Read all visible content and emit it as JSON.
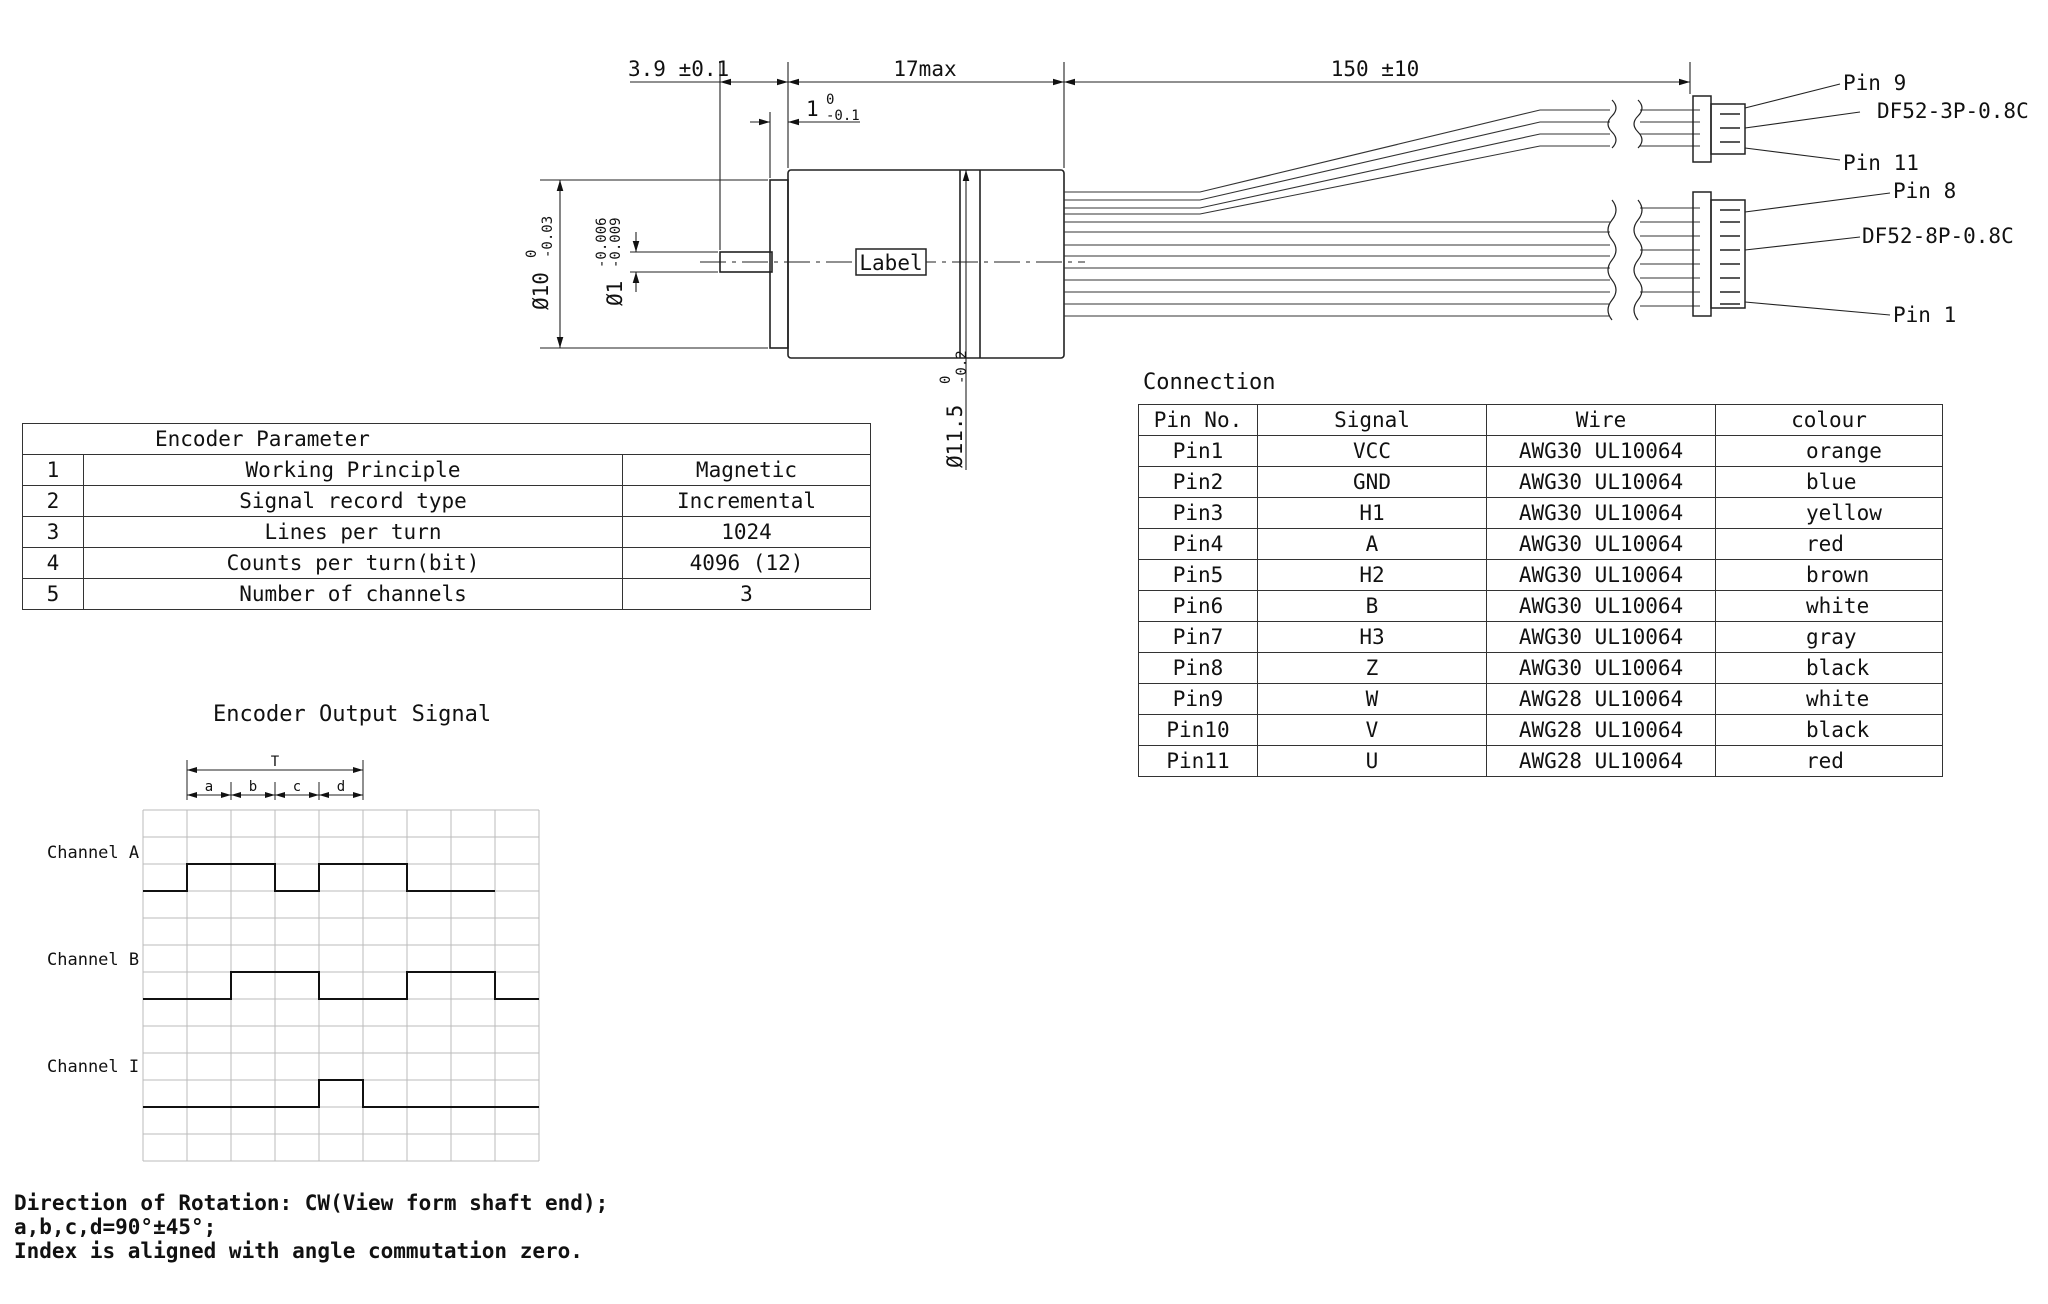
{
  "dimensions": {
    "shaft_offset": "3.9 ±0.1",
    "body_length": "17max",
    "cable_length": "150 ±10",
    "flange": "1",
    "flange_tol_upper": "0",
    "flange_tol_lower": "-0.1",
    "body_diameter": "Ø10",
    "body_tol_upper": "0",
    "body_tol_lower": "-0.03",
    "shaft_diameter": "Ø1",
    "shaft_tol_upper": "-0.006",
    "shaft_tol_lower": "-0.009",
    "outer_diameter": "Ø11.5",
    "outer_tol_upper": "0",
    "outer_tol_lower": "-0.2",
    "label": "Label"
  },
  "connectors": {
    "pin9": "Pin 9",
    "conn3": "DF52-3P-0.8C",
    "pin11": "Pin 11",
    "pin8": "Pin 8",
    "conn8": "DF52-8P-0.8C",
    "pin1": "Pin 1"
  },
  "encoder_parameter": {
    "title": "Encoder Parameter",
    "rows": [
      {
        "no": "1",
        "name": "Working Principle",
        "value": "Magnetic"
      },
      {
        "no": "2",
        "name": "Signal record type",
        "value": "Incremental"
      },
      {
        "no": "3",
        "name": "Lines per turn",
        "value": "1024"
      },
      {
        "no": "4",
        "name": "Counts per turn(bit)",
        "value": "4096 (12)"
      },
      {
        "no": "5",
        "name": "Number of channels",
        "value": "3"
      }
    ]
  },
  "connection": {
    "title": "Connection",
    "headers": [
      "Pin No.",
      "Signal",
      "Wire",
      "colour"
    ],
    "rows": [
      {
        "pin": "Pin1",
        "signal": "VCC",
        "wire": "AWG30 UL10064",
        "colour": "orange"
      },
      {
        "pin": "Pin2",
        "signal": "GND",
        "wire": "AWG30 UL10064",
        "colour": "blue"
      },
      {
        "pin": "Pin3",
        "signal": "H1",
        "wire": "AWG30 UL10064",
        "colour": "yellow"
      },
      {
        "pin": "Pin4",
        "signal": "A",
        "wire": "AWG30 UL10064",
        "colour": "red"
      },
      {
        "pin": "Pin5",
        "signal": "H2",
        "wire": "AWG30 UL10064",
        "colour": "brown"
      },
      {
        "pin": "Pin6",
        "signal": "B",
        "wire": "AWG30 UL10064",
        "colour": "white"
      },
      {
        "pin": "Pin7",
        "signal": "H3",
        "wire": "AWG30 UL10064",
        "colour": "gray"
      },
      {
        "pin": "Pin8",
        "signal": "Z",
        "wire": "AWG30 UL10064",
        "colour": "black"
      },
      {
        "pin": "Pin9",
        "signal": "W",
        "wire": "AWG28 UL10064",
        "colour": "white"
      },
      {
        "pin": "Pin10",
        "signal": "V",
        "wire": "AWG28 UL10064",
        "colour": "black"
      },
      {
        "pin": "Pin11",
        "signal": "U",
        "wire": "AWG28 UL10064",
        "colour": "red"
      }
    ]
  },
  "output_signal": {
    "title": "Encoder Output Signal",
    "period_label": "T",
    "segment_labels": [
      "a",
      "b",
      "c",
      "d"
    ],
    "channels": [
      {
        "name": "Channel A",
        "levels": [
          0,
          1,
          1,
          0,
          1,
          1,
          0,
          0
        ]
      },
      {
        "name": "Channel B",
        "levels": [
          0,
          0,
          1,
          1,
          0,
          0,
          1,
          1,
          0
        ]
      },
      {
        "name": "Channel I",
        "levels": [
          0,
          0,
          0,
          0,
          1,
          0,
          0,
          0,
          0
        ]
      }
    ]
  },
  "notes": [
    "Direction of Rotation: CW(View form shaft end);",
    "a,b,c,d=90°±45°;",
    "Index is aligned with angle commutation zero."
  ]
}
